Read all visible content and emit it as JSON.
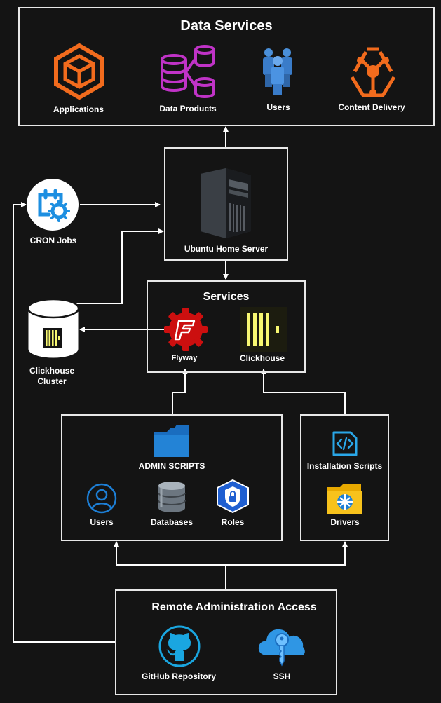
{
  "colors": {
    "background": "#141414",
    "border": "#e8e8e8",
    "orange": "#f26b1d",
    "magenta": "#c033c7",
    "flyway_red": "#cc0f0f",
    "clickhouse_yellow": "#f8f871",
    "azure_blue": "#1d8fe1"
  },
  "data_services": {
    "title": "Data Services",
    "items": [
      {
        "label": "Applications",
        "icon": "applications-icon"
      },
      {
        "label": "Data Products",
        "icon": "data-products-icon"
      },
      {
        "label": "Users",
        "icon": "users-group-icon"
      },
      {
        "label": "Content Delivery",
        "icon": "content-delivery-icon"
      }
    ]
  },
  "server": {
    "label": "Ubuntu Home Server",
    "icon": "server-tower-icon"
  },
  "cron": {
    "label": "CRON Jobs",
    "icon": "calendar-gear-icon"
  },
  "cluster": {
    "label_line1": "Clickhouse",
    "label_line2": "Cluster",
    "icon": "database-cylinder-icon"
  },
  "services": {
    "title": "Services",
    "items": [
      {
        "label": "Flyway",
        "icon": "flyway-icon"
      },
      {
        "label": "Clickhouse",
        "icon": "clickhouse-icon"
      }
    ]
  },
  "admin_scripts": {
    "title": "ADMIN SCRIPTS",
    "items": [
      {
        "label": "Users",
        "icon": "user-icon"
      },
      {
        "label": "Databases",
        "icon": "database-icon"
      },
      {
        "label": "Roles",
        "icon": "roles-shield-icon"
      }
    ]
  },
  "install": {
    "title": "Installation Scripts",
    "items": [
      {
        "label": "Drivers",
        "icon": "drivers-folder-icon"
      }
    ]
  },
  "remote": {
    "title": "Remote Administration Access",
    "items": [
      {
        "label": "GitHub Repository",
        "icon": "github-icon"
      },
      {
        "label": "SSH",
        "icon": "ssh-key-cloud-icon"
      }
    ]
  }
}
